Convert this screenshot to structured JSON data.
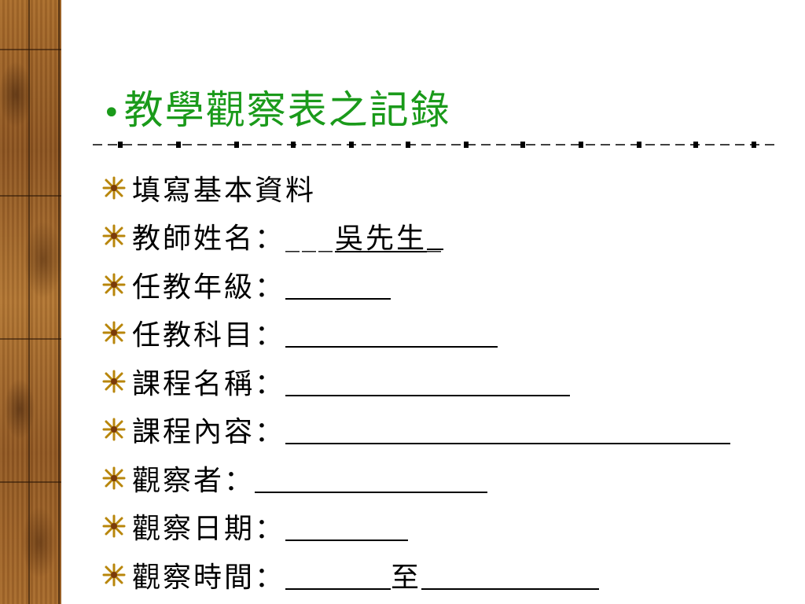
{
  "slide": {
    "title_bullet": "•",
    "title": "教學觀察表之記錄",
    "items": [
      {
        "label": "填寫基本資料"
      },
      {
        "label": "教師姓名：",
        "prefix": "___",
        "value": "吳先生",
        "suffix": " _"
      },
      {
        "label": "任教年級："
      },
      {
        "label": "任教科目："
      },
      {
        "label": "課程名稱："
      },
      {
        "label": "課程內容："
      },
      {
        "label": "觀察者："
      },
      {
        "label": "觀察日期："
      },
      {
        "label": "觀察時間：",
        "middle": "至"
      }
    ],
    "bullet_icon": "star-burst-icon",
    "colors": {
      "title": "#1a9a1a",
      "text": "#000000",
      "bullet": "#b8860b"
    }
  }
}
